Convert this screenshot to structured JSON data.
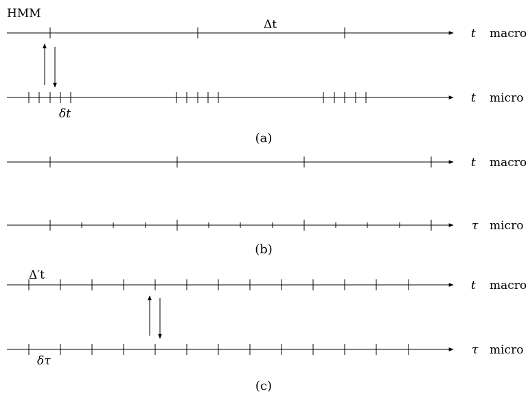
{
  "title": "HMM",
  "panels": [
    {
      "caption": "(a)",
      "top_axis": {
        "var": "t",
        "scale": "macro",
        "label": "Δt"
      },
      "bottom_axis": {
        "var": "t",
        "scale": "micro",
        "label": "δt"
      }
    },
    {
      "caption": "(b)",
      "top_axis": {
        "var": "t",
        "scale": "macro"
      },
      "bottom_axis": {
        "var": "τ",
        "scale": "micro"
      }
    },
    {
      "caption": "(c)",
      "top_axis": {
        "var": "t",
        "scale": "macro",
        "label": "Δ′t"
      },
      "bottom_axis": {
        "var": "τ",
        "scale": "micro",
        "label": "δτ"
      }
    }
  ]
}
